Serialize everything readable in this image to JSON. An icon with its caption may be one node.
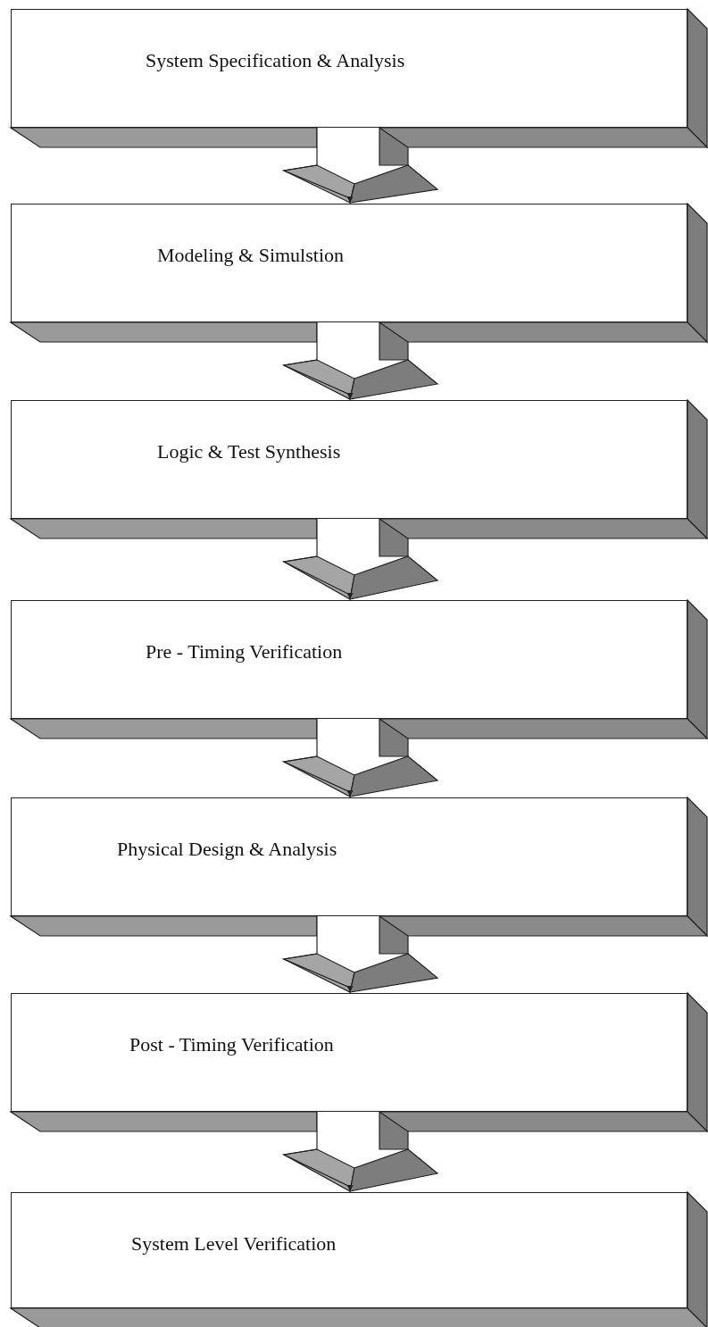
{
  "diagram": {
    "nodes": [
      {
        "text": [
          "System Specification & Analysis"
        ]
      },
      {
        "text": [
          "Modeling & Simulstion"
        ]
      },
      {
        "text": [
          "Logic & Test Synthesis"
        ]
      },
      {
        "text": [
          "Pre - Timing Verification"
        ]
      },
      {
        "text": [
          "Physical Design & Analysis"
        ]
      },
      {
        "text": [
          "Post - Timing Verification"
        ]
      },
      {
        "text": [
          "System Level Verification"
        ]
      }
    ],
    "edges": [
      {
        "from": 0,
        "to": 1,
        "arrow": "to"
      },
      {
        "from": 1,
        "to": 2,
        "arrow": "to"
      },
      {
        "from": 2,
        "to": 3,
        "arrow": "to"
      },
      {
        "from": 3,
        "to": 4,
        "arrow": "to"
      },
      {
        "from": 4,
        "to": 5,
        "arrow": "to"
      },
      {
        "from": 5,
        "to": 6,
        "arrow": "to"
      }
    ]
  }
}
